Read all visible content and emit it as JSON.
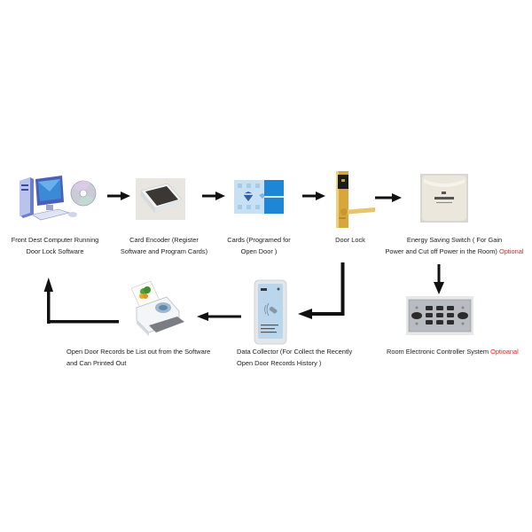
{
  "diagram": {
    "title_hidden": "",
    "nodes": [
      {
        "id": "computer",
        "label_line1": "Front Dest Computer Running",
        "label_line2": "Door Lock Software",
        "icon": "computer-with-cd-icon"
      },
      {
        "id": "encoder",
        "label_line1": "Card Encoder  (Register",
        "label_line2": "Software and Program Cards)",
        "icon": "card-encoder-icon"
      },
      {
        "id": "cards",
        "label_line1": "Cards  (Programed for",
        "label_line2": "Open Door )",
        "icon": "rfid-card-icon"
      },
      {
        "id": "doorlock",
        "label_line1": "Door Lock",
        "icon": "door-lock-icon"
      },
      {
        "id": "energy",
        "label_line1": "Energy Saving Switch ( For Gain",
        "label_line2": "Power and Cut off Power in the Room)",
        "badge": "Optional",
        "icon": "energy-saving-switch-icon"
      },
      {
        "id": "controller",
        "label_line1": "Room Electronic Controller System",
        "badge": "Optioanal",
        "icon": "room-controller-panel-icon"
      },
      {
        "id": "collector",
        "label_line1": "Data Collector  (For Collect the Recently",
        "label_line2": "Open Door Records History )",
        "icon": "data-collector-icon"
      },
      {
        "id": "records",
        "label_line1": "Open Door Records be List out from the Software",
        "label_line2": "and Can Printed Out",
        "icon": "printer-icon"
      }
    ],
    "colors": {
      "text": "#222222",
      "optional": "#e8221e",
      "arrow": "#111111",
      "card_blue": "#1f86d6",
      "lock_gold": "#d8a73c"
    }
  }
}
